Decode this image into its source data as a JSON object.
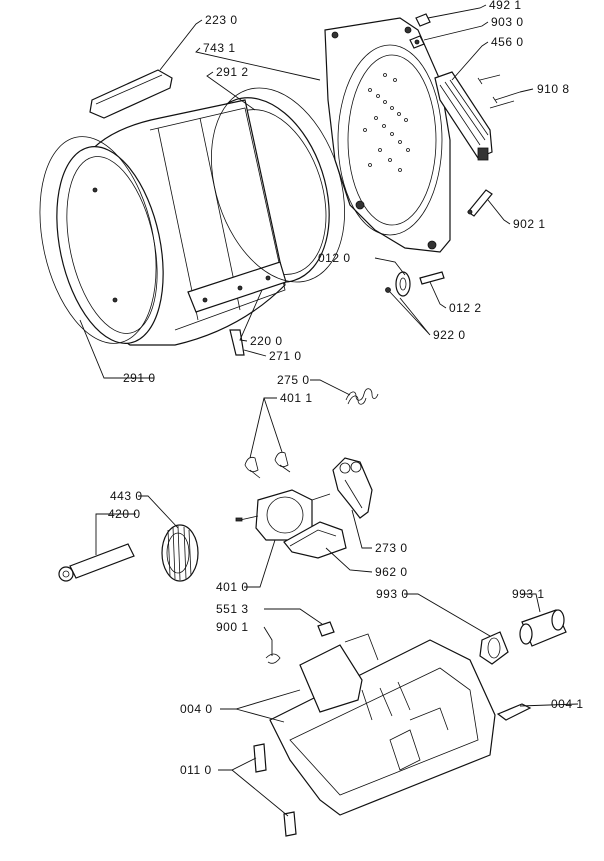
{
  "labels": {
    "l2230": "223 0",
    "l7431": "743 1",
    "l2912": "291 2",
    "l4921": "492 1",
    "l9030": "903 0",
    "l4560": "456 0",
    "l9108": "910 8",
    "l9021": "902 1",
    "l0120": "012 0",
    "l0122": "012 2",
    "l9220": "922 0",
    "l2200": "220 0",
    "l2710": "271 0",
    "l2910": "291 0",
    "l2750": "275 0",
    "l4011": "401 1",
    "l4430": "443 0",
    "l4200": "420 0",
    "l2730": "273 0",
    "l9620": "962 0",
    "l4010": "401 0",
    "l5513": "551 3",
    "l9001": "900 1",
    "l9930": "993 0",
    "l9931": "993 1",
    "l0040": "004 0",
    "l0041": "004 1",
    "l0110": "011 0"
  }
}
